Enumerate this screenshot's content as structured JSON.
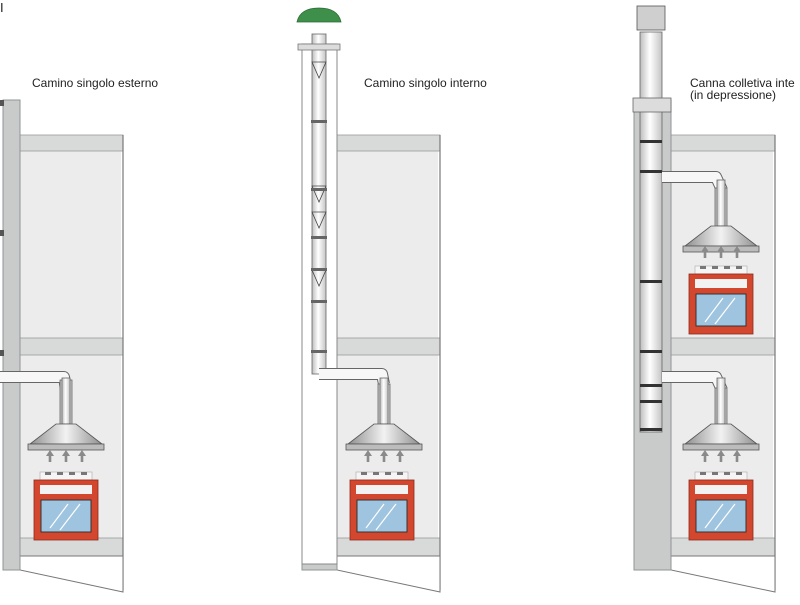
{
  "corner_mark": "I",
  "panels": [
    {
      "title": "Camino singolo esterno"
    },
    {
      "title": "Camino singolo interno"
    },
    {
      "title_line1": "Canna colletiva inte",
      "title_line2": "(in depressione)"
    }
  ],
  "colors": {
    "wall": "#c9cbcb",
    "wall_dark": "#8f9495",
    "room": "#ececec",
    "slab": "#d8d9d9",
    "pipe": "#f4f4f4",
    "pipe_stroke": "#666666",
    "oven": "#d4472f",
    "glass": "#9ec4df",
    "cap_green": "#3e8f4a",
    "arrow": "#8a8a8a"
  }
}
